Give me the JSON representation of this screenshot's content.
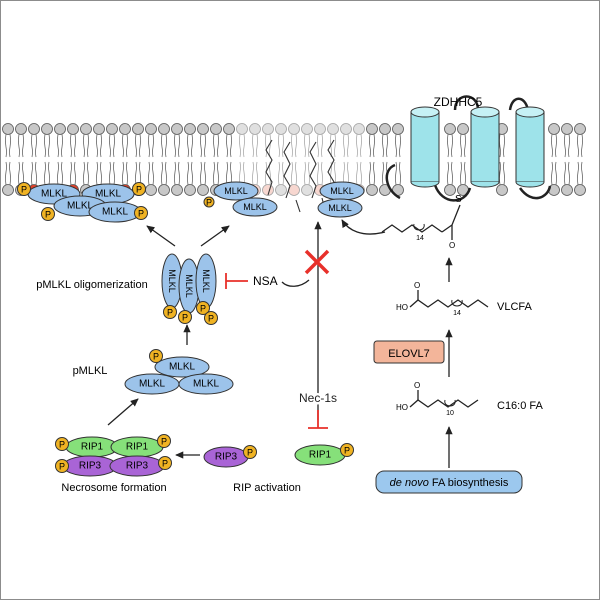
{
  "labels": {
    "zdhhc5": "ZDHHC5",
    "vlcfa": "VLCFA",
    "c16_fa": "C16:0 FA",
    "elovl7": "ELOVL7",
    "fa_biosynthesis_italic": "de novo",
    "fa_biosynthesis_rest": "FA biosynthesis",
    "pmlkl_oligomerization": "pMLKL oligomerization",
    "pmlkl": "pMLKL",
    "necrosome_formation": "Necrosome formation",
    "rip_activation": "RIP activation",
    "nsa": "NSA",
    "nec1s": "Nec-1s",
    "mlkl": "MLKL",
    "rip1": "RIP1",
    "rip3": "RIP3",
    "phospho": "P",
    "chain_14": "14",
    "chain_10": "10",
    "oh": "HO",
    "o": "O",
    "s": "S"
  },
  "colors": {
    "mlkl_fill": "#9cc3ea",
    "rip1_fill": "#86e07a",
    "rip3_fill": "#a964d6",
    "phospho_fill": "#f0b323",
    "ssp_fill": "#9ee3ea",
    "elovl7_fill": "#f3b59a",
    "biosynthesis_fill": "#9cc8ee",
    "inhibit_red": "#e8302a",
    "lipid_head_gray": "#c8c8c8",
    "lipid_head_red": "#e0412b",
    "lipid_head_pink": "#f2b7aa"
  },
  "icons": [
    "membrane-bilayer-icon",
    "inhibition-cross-icon",
    "inhibition-bar-icon"
  ]
}
